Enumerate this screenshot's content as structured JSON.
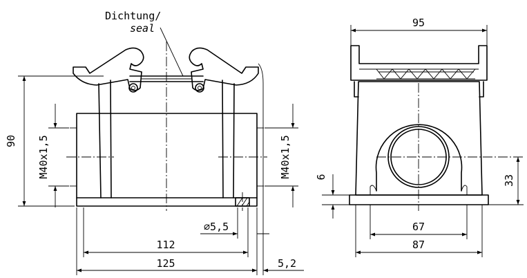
{
  "labels": {
    "seal_de": "Dichtung/",
    "seal_en": "seal",
    "d90": "90",
    "thread_left": "M40x1,5",
    "thread_right": "M40x1,5",
    "hole": "⌀5,5",
    "d112": "112",
    "d125": "125",
    "d52": "5,2",
    "d95": "95",
    "d6": "6",
    "d33": "33",
    "d67": "67",
    "d87": "87"
  }
}
